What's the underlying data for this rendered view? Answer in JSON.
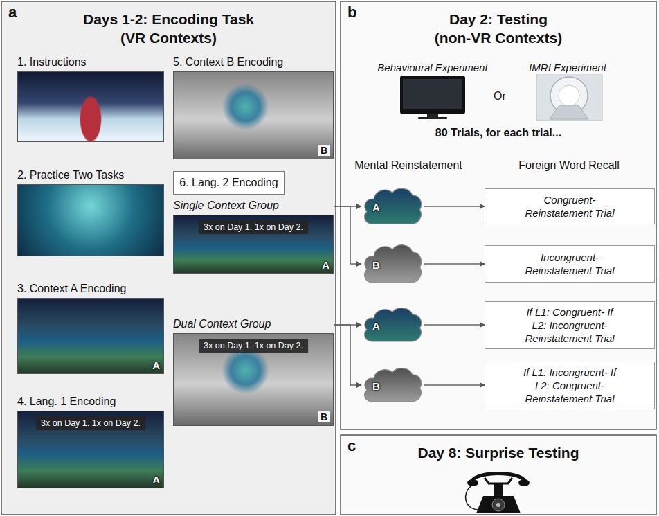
{
  "diagram": {
    "nodes": [
      {
        "text": [
          "a",
          "Days 1-2: Encoding Task (VR Contexts)"
        ]
      },
      {
        "text": [
          "1. Instructions"
        ],
        "in": 0
      },
      {
        "text": [
          "2. Practice Two Tasks"
        ],
        "in": 0
      },
      {
        "text": [
          "3. Context A Encoding",
          "A"
        ],
        "in": 0
      },
      {
        "text": [
          "4. Lang. 1 Encoding",
          "3x on Day 1. 1x on Day 2.",
          "A"
        ],
        "in": 0
      },
      {
        "text": [
          "5. Context B Encoding",
          "B"
        ],
        "in": 0
      },
      {
        "text": [
          "6. Lang. 2 Encoding"
        ],
        "in": 0
      },
      {
        "text": [
          "Single Context Group",
          "3x on Day 1. 1x on Day 2.",
          "A"
        ],
        "in": 0
      },
      {
        "text": [
          "Dual Context Group",
          "3x on Day 1. 1x on Day 2.",
          "B"
        ],
        "in": 0
      },
      {
        "text": [
          "b",
          "Day 2: Testing (non-VR Contexts)"
        ]
      },
      {
        "text": [
          "A"
        ],
        "in": 9
      },
      {
        "text": [
          "B"
        ],
        "in": 9
      },
      {
        "text": [
          "A"
        ],
        "in": 9
      },
      {
        "text": [
          "B"
        ],
        "in": 9
      },
      {
        "text": [
          "Congruent-Reinstatement Trial"
        ],
        "in": 9
      },
      {
        "text": [
          "Incongruent-Reinstatement Trial"
        ],
        "in": 9
      },
      {
        "text": [
          "If L1: Congruent- If L2: Incongruent-Reinstatement Trial"
        ],
        "in": 9
      },
      {
        "text": [
          "If L1: Incongruent- If L2: Congruent-Reinstatement Trial"
        ],
        "in": 9
      },
      {
        "text": [
          "c",
          "Day 8: Surprise Testing"
        ]
      }
    ],
    "edges": [
      {
        "from": 7,
        "to": 10,
        "arrow": "to"
      },
      {
        "from": 7,
        "to": 11,
        "arrow": "to"
      },
      {
        "from": 8,
        "to": 12,
        "arrow": "to"
      },
      {
        "from": 8,
        "to": 13,
        "arrow": "to"
      },
      {
        "from": 10,
        "to": 14,
        "arrow": "to"
      },
      {
        "from": 11,
        "to": 15,
        "arrow": "to"
      },
      {
        "from": 12,
        "to": 16,
        "arrow": "to"
      },
      {
        "from": 13,
        "to": 17,
        "arrow": "to"
      }
    ],
    "labels": [
      "Behavioural Experiment",
      "fMRI Experiment",
      "Or",
      "80 Trials, for each trial...",
      "Mental Reinstatement",
      "Foreign Word Recall"
    ]
  }
}
